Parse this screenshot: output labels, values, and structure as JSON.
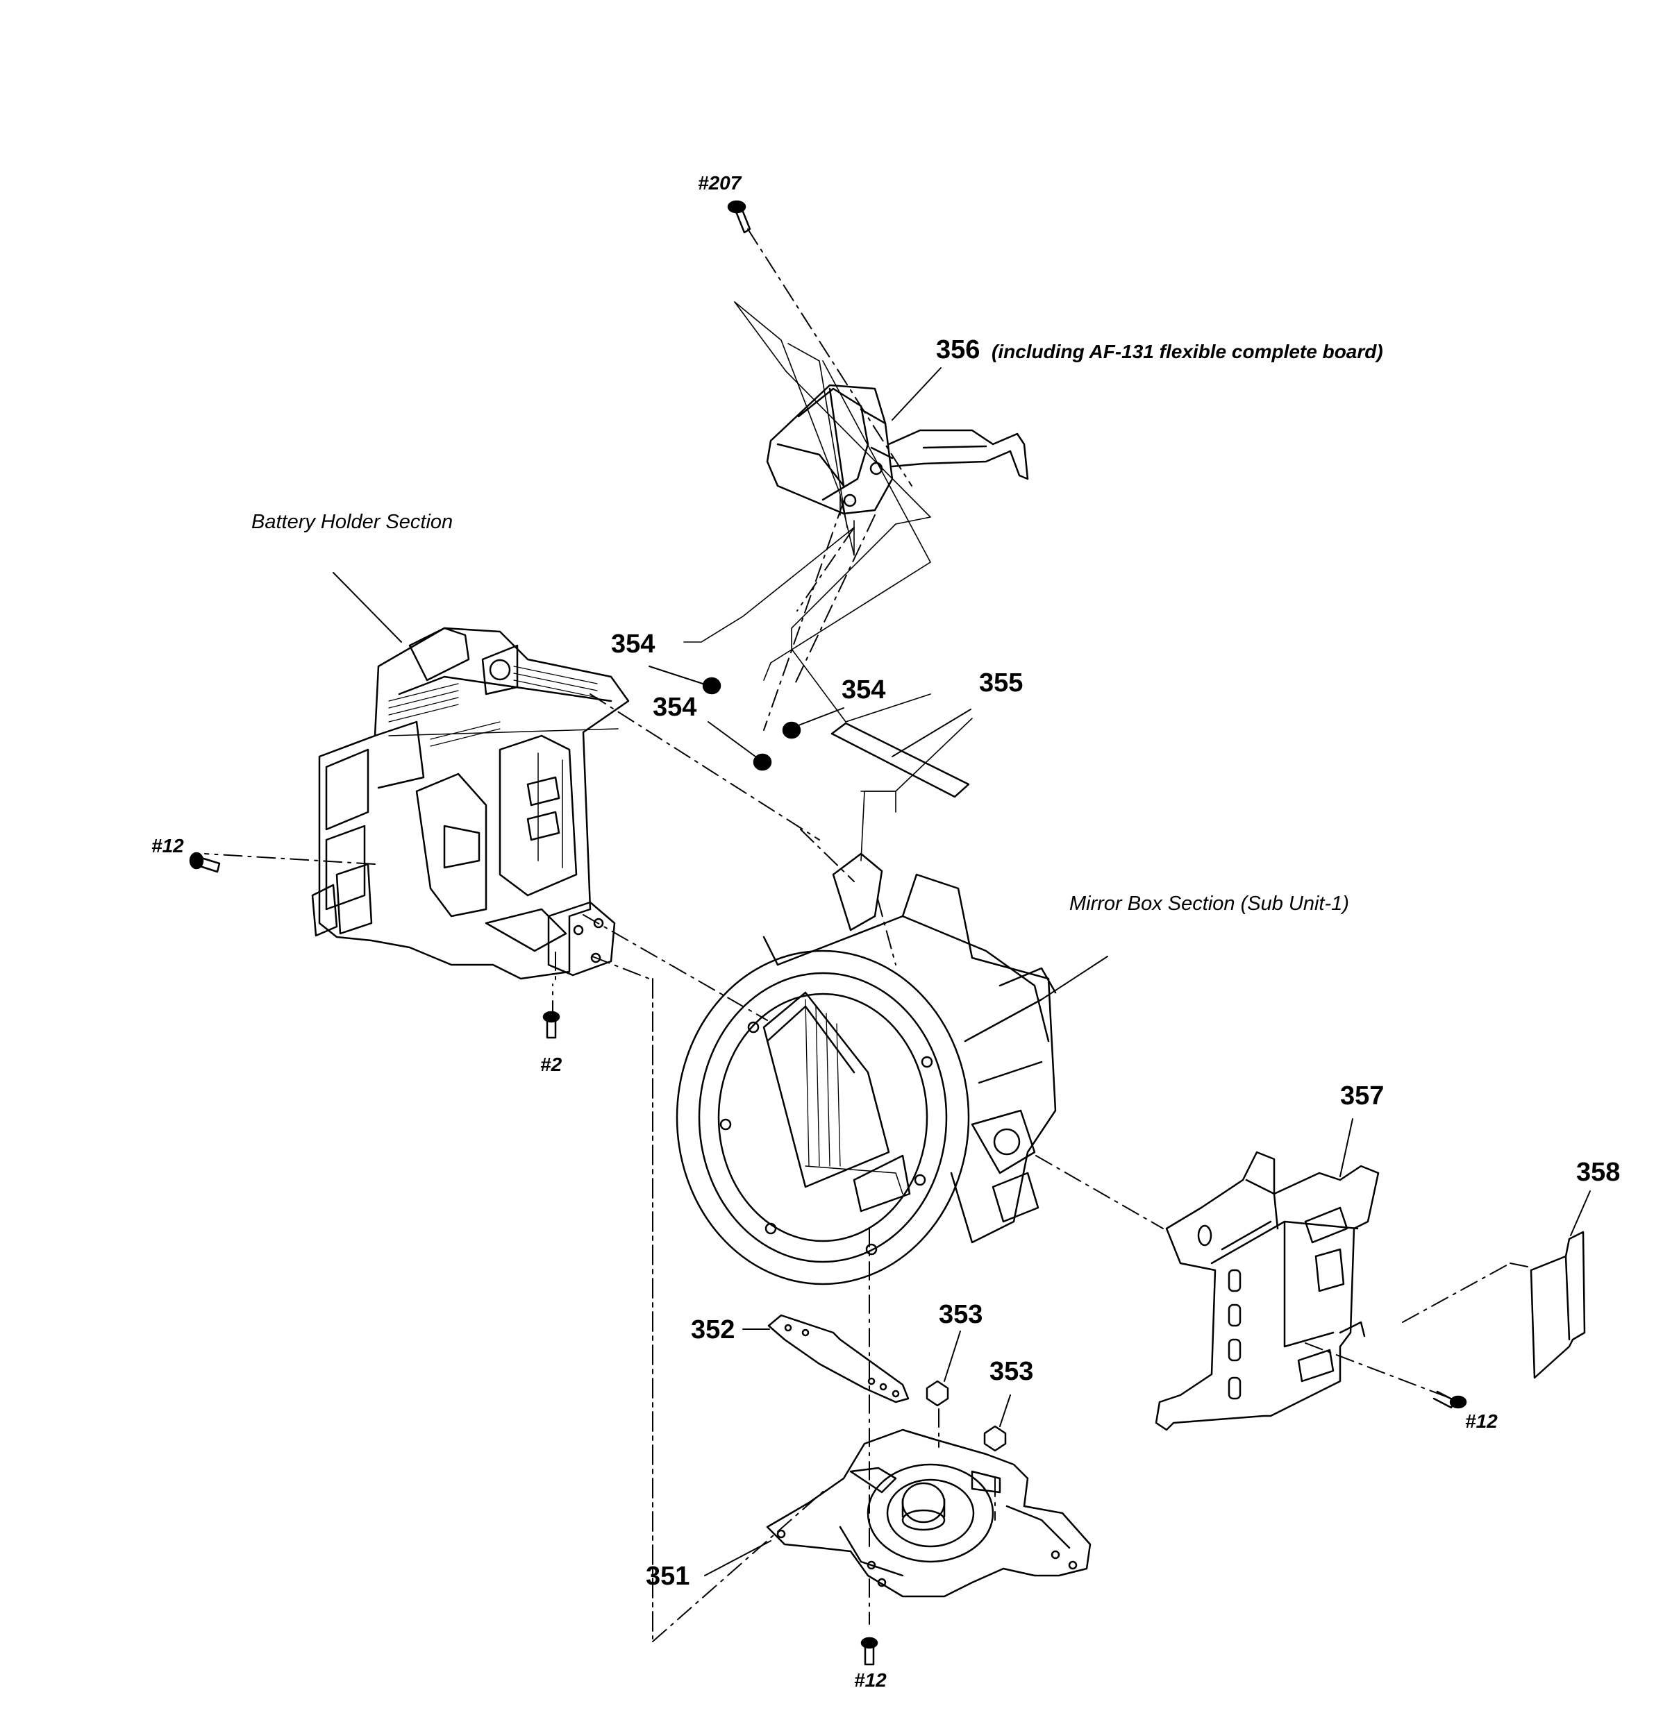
{
  "diagram": {
    "sections": {
      "battery_holder": "Battery Holder Section",
      "mirror_box": "Mirror Box Section (Sub Unit-1)"
    },
    "parts": {
      "p351": "351",
      "p352": "352",
      "p353a": "353",
      "p353b": "353",
      "p354a": "354",
      "p354b": "354",
      "p354c": "354",
      "p355": "355",
      "p356": "356",
      "p356_desc": "(including AF-131 flexible complete board)",
      "p357": "357",
      "p358": "358"
    },
    "screws": {
      "s207": "#207",
      "s12_left": "#12",
      "s2": "#2",
      "s12_right": "#12",
      "s12_bottom": "#12"
    }
  }
}
